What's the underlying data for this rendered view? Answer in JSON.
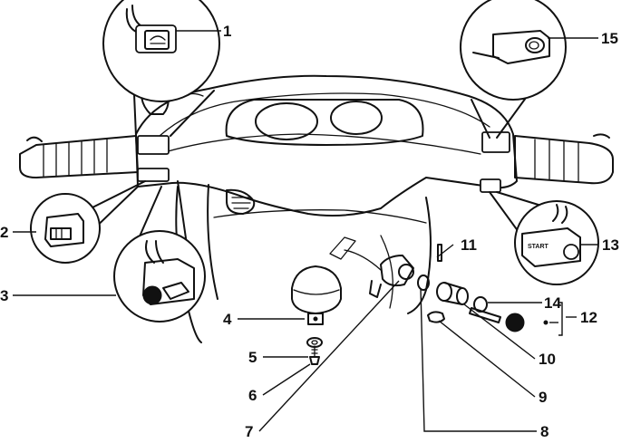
{
  "diagram": {
    "callouts": {
      "p1": "1",
      "p2": "2",
      "p3": "3",
      "p4": "4",
      "p5": "5",
      "p6": "6",
      "p7": "7",
      "p8": "8",
      "p9": "9",
      "p10": "10",
      "p11": "11",
      "p12": "12",
      "p13": "13",
      "p14": "14",
      "p15": "15"
    },
    "button_text": {
      "start": "START"
    }
  }
}
